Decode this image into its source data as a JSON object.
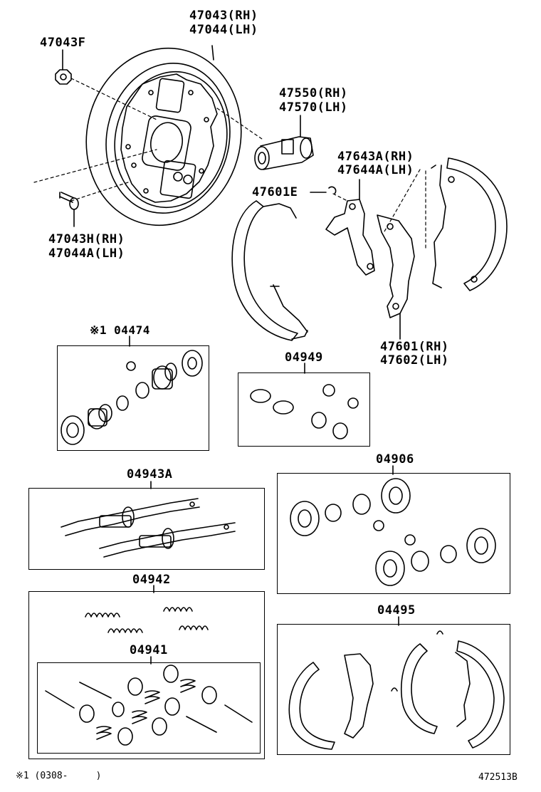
{
  "labels": {
    "drum_rh": "47043(RH)",
    "drum_lh": "47044(LH)",
    "nut": "47043F",
    "cylinder_rh": "47550(RH)",
    "cylinder_lh": "47570(LH)",
    "lever_rh": "47643A(RH)",
    "lever_lh": "47644A(LH)",
    "clip": "47601E",
    "bolt_rh": "47043H(RH)",
    "bolt_lh": "47044A(LH)",
    "shoe_rh": "47601(RH)",
    "shoe_lh": "47602(LH)",
    "kit_04474": "※1 04474",
    "kit_04949": "04949",
    "kit_04943A": "04943A",
    "kit_04906": "04906",
    "kit_04942": "04942",
    "kit_04941": "04941",
    "kit_04495": "04495"
  },
  "footer": {
    "note": "※1 (0308-     )",
    "diagram_id": "472513B"
  }
}
